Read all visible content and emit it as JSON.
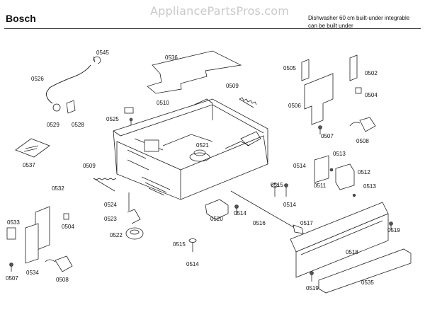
{
  "header": {
    "brand": "Bosch",
    "watermark": "AppliancePartsPros.com",
    "desc_line1": "Dishwasher 60 cm built-under integrable",
    "desc_line2": "can be built under"
  },
  "parts": [
    {
      "id": "p0545",
      "label": "0545"
    },
    {
      "id": "p0536",
      "label": "0536"
    },
    {
      "id": "p0505",
      "label": "0505"
    },
    {
      "id": "p0502",
      "label": "0502"
    },
    {
      "id": "p0526",
      "label": "0526"
    },
    {
      "id": "p0509a",
      "label": "0509"
    },
    {
      "id": "p0504a",
      "label": "0504"
    },
    {
      "id": "p0506",
      "label": "0506"
    },
    {
      "id": "p0529",
      "label": "0529"
    },
    {
      "id": "p0528",
      "label": "0528"
    },
    {
      "id": "p0525",
      "label": "0525"
    },
    {
      "id": "p0510",
      "label": "0510"
    },
    {
      "id": "p0507a",
      "label": "0507"
    },
    {
      "id": "p0508a",
      "label": "0508"
    },
    {
      "id": "p0537",
      "label": "0537"
    },
    {
      "id": "p0521",
      "label": "0521"
    },
    {
      "id": "p0514a",
      "label": "0514"
    },
    {
      "id": "p0513a",
      "label": "0513"
    },
    {
      "id": "p0509b",
      "label": "0509"
    },
    {
      "id": "p0512",
      "label": "0512"
    },
    {
      "id": "p0511",
      "label": "0511"
    },
    {
      "id": "p0513b",
      "label": "0513"
    },
    {
      "id": "p0515a",
      "label": "0515"
    },
    {
      "id": "p0532",
      "label": "0532"
    },
    {
      "id": "p0514b",
      "label": "0514"
    },
    {
      "id": "p0524",
      "label": "0524"
    },
    {
      "id": "p0514c",
      "label": "0514"
    },
    {
      "id": "p0517",
      "label": "0517"
    },
    {
      "id": "p0523",
      "label": "0523"
    },
    {
      "id": "p0520",
      "label": "0520"
    },
    {
      "id": "p0516",
      "label": "0516"
    },
    {
      "id": "p0533",
      "label": "0533"
    },
    {
      "id": "p0504b",
      "label": "0504"
    },
    {
      "id": "p0519a",
      "label": "0519"
    },
    {
      "id": "p0522",
      "label": "0522"
    },
    {
      "id": "p0515b",
      "label": "0515"
    },
    {
      "id": "p0518",
      "label": "0518"
    },
    {
      "id": "p0514d",
      "label": "0514"
    },
    {
      "id": "p0507b",
      "label": "0507"
    },
    {
      "id": "p0534",
      "label": "0534"
    },
    {
      "id": "p0508b",
      "label": "0508"
    },
    {
      "id": "p0519b",
      "label": "0519"
    },
    {
      "id": "p0535",
      "label": "0535"
    }
  ]
}
